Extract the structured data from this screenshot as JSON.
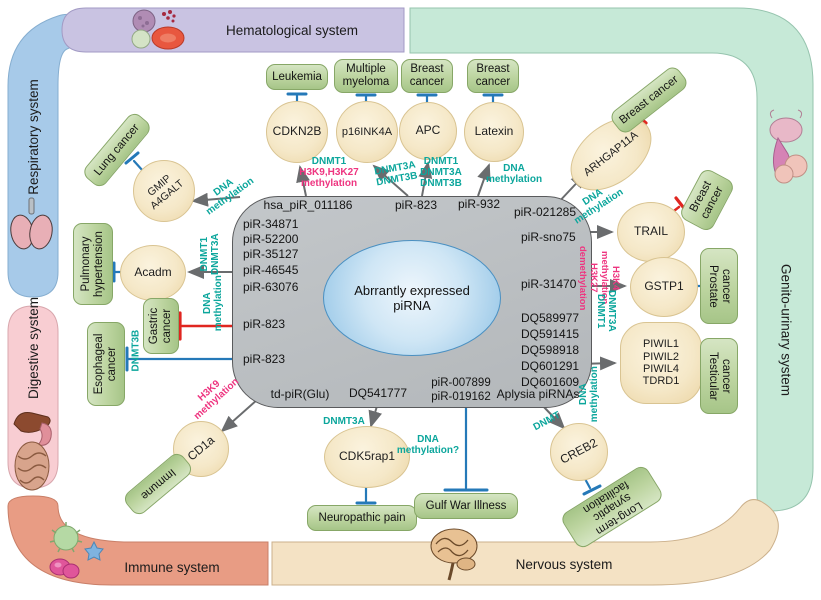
{
  "colors": {
    "annotation_teal": "#0ca69c",
    "annotation_pink": "#ee3580",
    "inhibition_blue": "#2579b8",
    "inhibition_red": "#e02620",
    "activation_arrow_gray": "#6a6c6e",
    "band_hematological": "#c9c3e2",
    "band_respiratory": "#a7cae9",
    "band_digestive": "#f8cdd2",
    "band_immune": "#e89c84",
    "band_nervous": "#f4e2c4",
    "band_genitourinary": "#c6e9d7"
  },
  "systems": {
    "hematological": "Hematological system",
    "respiratory": "Respiratory system",
    "digestive": "Digestive system",
    "immune": "Immune system",
    "nervous": "Nervous system",
    "genitourinary": "Genito-urinary system"
  },
  "center": {
    "label": "Abrrantly expressed piRNA",
    "top": [
      "hsa_piR_011186",
      "piR-823",
      "piR-932",
      "piR-021285"
    ],
    "left": [
      "piR-34871",
      "piR-52200",
      "piR-35127",
      "piR-46545",
      "piR-63076",
      "piR-823",
      "piR-823"
    ],
    "right": [
      "piR-sno75",
      "piR-31470",
      "DQ589977",
      "DQ591415",
      "DQ598918",
      "DQ601291",
      "DQ601609"
    ],
    "bottom": [
      "td-piR(Glu)",
      "DQ541777",
      "piR-007899",
      "piR-019162",
      "Aplysia piRNAs"
    ]
  },
  "genes": {
    "cdkn2b": "CDKN2B",
    "p16ink4a": "p16INK4A",
    "apc": "APC",
    "latexin": "Latexin",
    "gmip_line1": "GMIP",
    "gmip_line2": "A4GALT",
    "acadm": "Acadm",
    "arhgap11a": "ARHGAP11A",
    "trail": "TRAIL",
    "gstp1": "GSTP1",
    "piwil": [
      "PIWIL1",
      "PIWIL2",
      "PIWIL4",
      "TDRD1"
    ],
    "creb2": "CREB2",
    "cdk5rap1": "CDK5rap1",
    "cd1a": "CD1a"
  },
  "diseases": {
    "leukemia": "Leukemia",
    "multiple_myeloma": "Multiple myeloma",
    "breast_cancer": "Breast cancer",
    "lung_cancer": "Lung cancer",
    "pulmonary_hypertension": "Pulmonary hypertension",
    "gastric_cancer": "Gastric cancer",
    "esophageal_cancer": "Esophageal cancer",
    "immune": "Immune",
    "neuropathic_pain": "Neuropathic pain",
    "gulf_war_illness": "Gulf War Illness",
    "long_term_synaptic_facilitation": "Long-term synaptic facilitation",
    "prostate_cancer": "Prostate cancer",
    "testicular_cancer": "Testicular cancer"
  },
  "annotations": {
    "cdkn2b": {
      "line1": "DNMT1",
      "line2": "H3K9,H3K27",
      "line3": "methylation"
    },
    "p16ink4a": {
      "line1": "DNMT3A",
      "line2": "DNMT3B"
    },
    "apc": {
      "line1": "DNMT1",
      "line2": "DNMT3A",
      "line3": "DNMT3B"
    },
    "latexin": {
      "line1": "DNA",
      "line2": "methylation"
    },
    "arhgap11a": {
      "line1": "DNA",
      "line2": "methylation"
    },
    "trail": {
      "line1": "H3K4",
      "line2": "methylation",
      "line3": "H3K27",
      "line4": "demethylation"
    },
    "gstp1": {
      "line1": "DNMT1",
      "line2": "DNMT3A"
    },
    "piwil": {
      "line1": "DNA",
      "line2": "methylation"
    },
    "acadm": {
      "line1": "DNMT1",
      "line2": "DNMT3A"
    },
    "gmip": {
      "line1": "DNA",
      "line2": "methylation"
    },
    "gastric": {
      "line1": "DNA",
      "line2": "methylation"
    },
    "esophageal": "DNMT3B",
    "cd1a": {
      "line1": "H3K9",
      "line2": "methylation"
    },
    "creb2": "DNMT",
    "cdk5rap1": "DNMT3A",
    "gulf_war": {
      "line1": "DNA",
      "line2": "methylation?"
    }
  }
}
